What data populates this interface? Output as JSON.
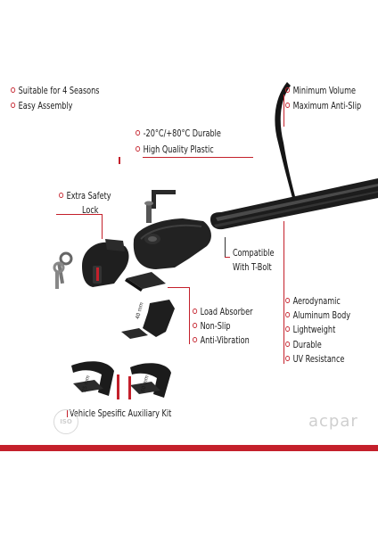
{
  "features_top_left": [
    "Suitable for 4 Seasons",
    "Easy Assembly"
  ],
  "features_top_right": [
    "Minimum Volume",
    "Maximum Anti-Slip"
  ],
  "features_material": [
    "-20°C/+80°C Durable",
    "High Quality Plastic"
  ],
  "extra_safety": [
    "Extra Safety",
    "Lock"
  ],
  "compatible": [
    "Compatible",
    "With T-Bolt"
  ],
  "absorber": [
    "Load Absorber",
    "Non-Slip",
    "Anti-Vibration"
  ],
  "profile": [
    "Aerodynamic",
    "Aluminum Body",
    "Lightweight",
    "Durable",
    "UV Resistance"
  ],
  "kit_label": "Vehicle Spesific Auxiliary Kit",
  "brand": "acpar",
  "iso_badge": "ISO",
  "dim_labels": [
    "40 mm",
    "25 mm",
    "60 mm"
  ],
  "colors": {
    "accent": "#c4202b",
    "product": "#1e1e1e",
    "watermark": "#cfcfcf"
  }
}
